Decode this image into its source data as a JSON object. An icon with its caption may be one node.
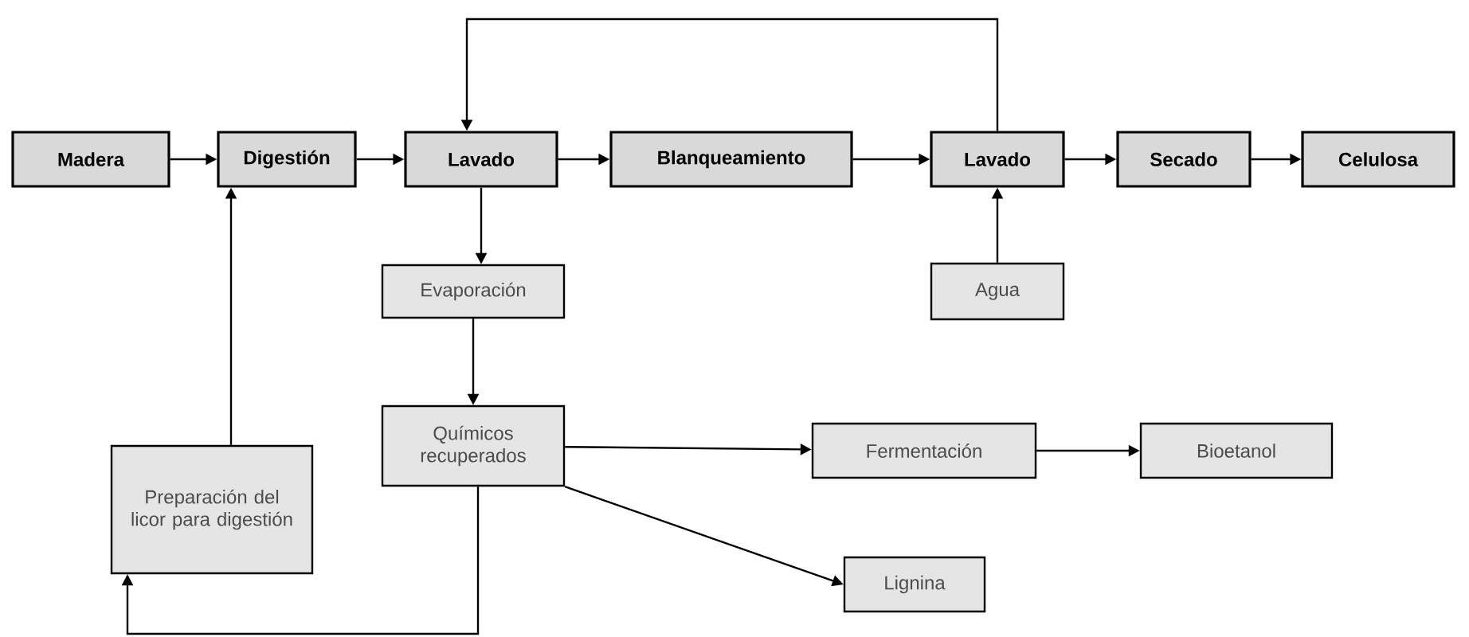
{
  "diagram": {
    "nodes": [
      {
        "text": [
          "Madera"
        ]
      },
      {
        "text": [
          "Digestión"
        ]
      },
      {
        "text": [
          "Lavado"
        ]
      },
      {
        "text": [
          "Blanqueamiento"
        ]
      },
      {
        "text": [
          "Lavado"
        ]
      },
      {
        "text": [
          "Secado"
        ]
      },
      {
        "text": [
          "Celulosa"
        ]
      },
      {
        "text": [
          "Evaporación"
        ]
      },
      {
        "text": [
          "Químicos recuperados"
        ]
      },
      {
        "text": [
          "Fermentación"
        ]
      },
      {
        "text": [
          "Bioetanol"
        ]
      },
      {
        "text": [
          "Agua"
        ]
      },
      {
        "text": [
          "Preparación del licor para digestión"
        ]
      },
      {
        "text": [
          "Lignina"
        ]
      }
    ],
    "edges": [
      {
        "from": 0,
        "to": 1,
        "arrow": "to"
      },
      {
        "from": 1,
        "to": 2,
        "arrow": "to"
      },
      {
        "from": 2,
        "to": 3,
        "arrow": "to"
      },
      {
        "from": 3,
        "to": 4,
        "arrow": "to"
      },
      {
        "from": 4,
        "to": 5,
        "arrow": "to"
      },
      {
        "from": 5,
        "to": 6,
        "arrow": "to"
      },
      {
        "from": 4,
        "to": 2,
        "arrow": "to"
      },
      {
        "from": 2,
        "to": 7,
        "arrow": "to"
      },
      {
        "from": 7,
        "to": 8,
        "arrow": "to"
      },
      {
        "from": 11,
        "to": 4,
        "arrow": "to"
      },
      {
        "from": 8,
        "to": 9,
        "arrow": "to"
      },
      {
        "from": 9,
        "to": 10,
        "arrow": "to"
      },
      {
        "from": 8,
        "to": 13,
        "arrow": "to"
      },
      {
        "from": 8,
        "to": 12,
        "arrow": "to"
      },
      {
        "from": 12,
        "to": 1,
        "arrow": "to"
      }
    ]
  }
}
